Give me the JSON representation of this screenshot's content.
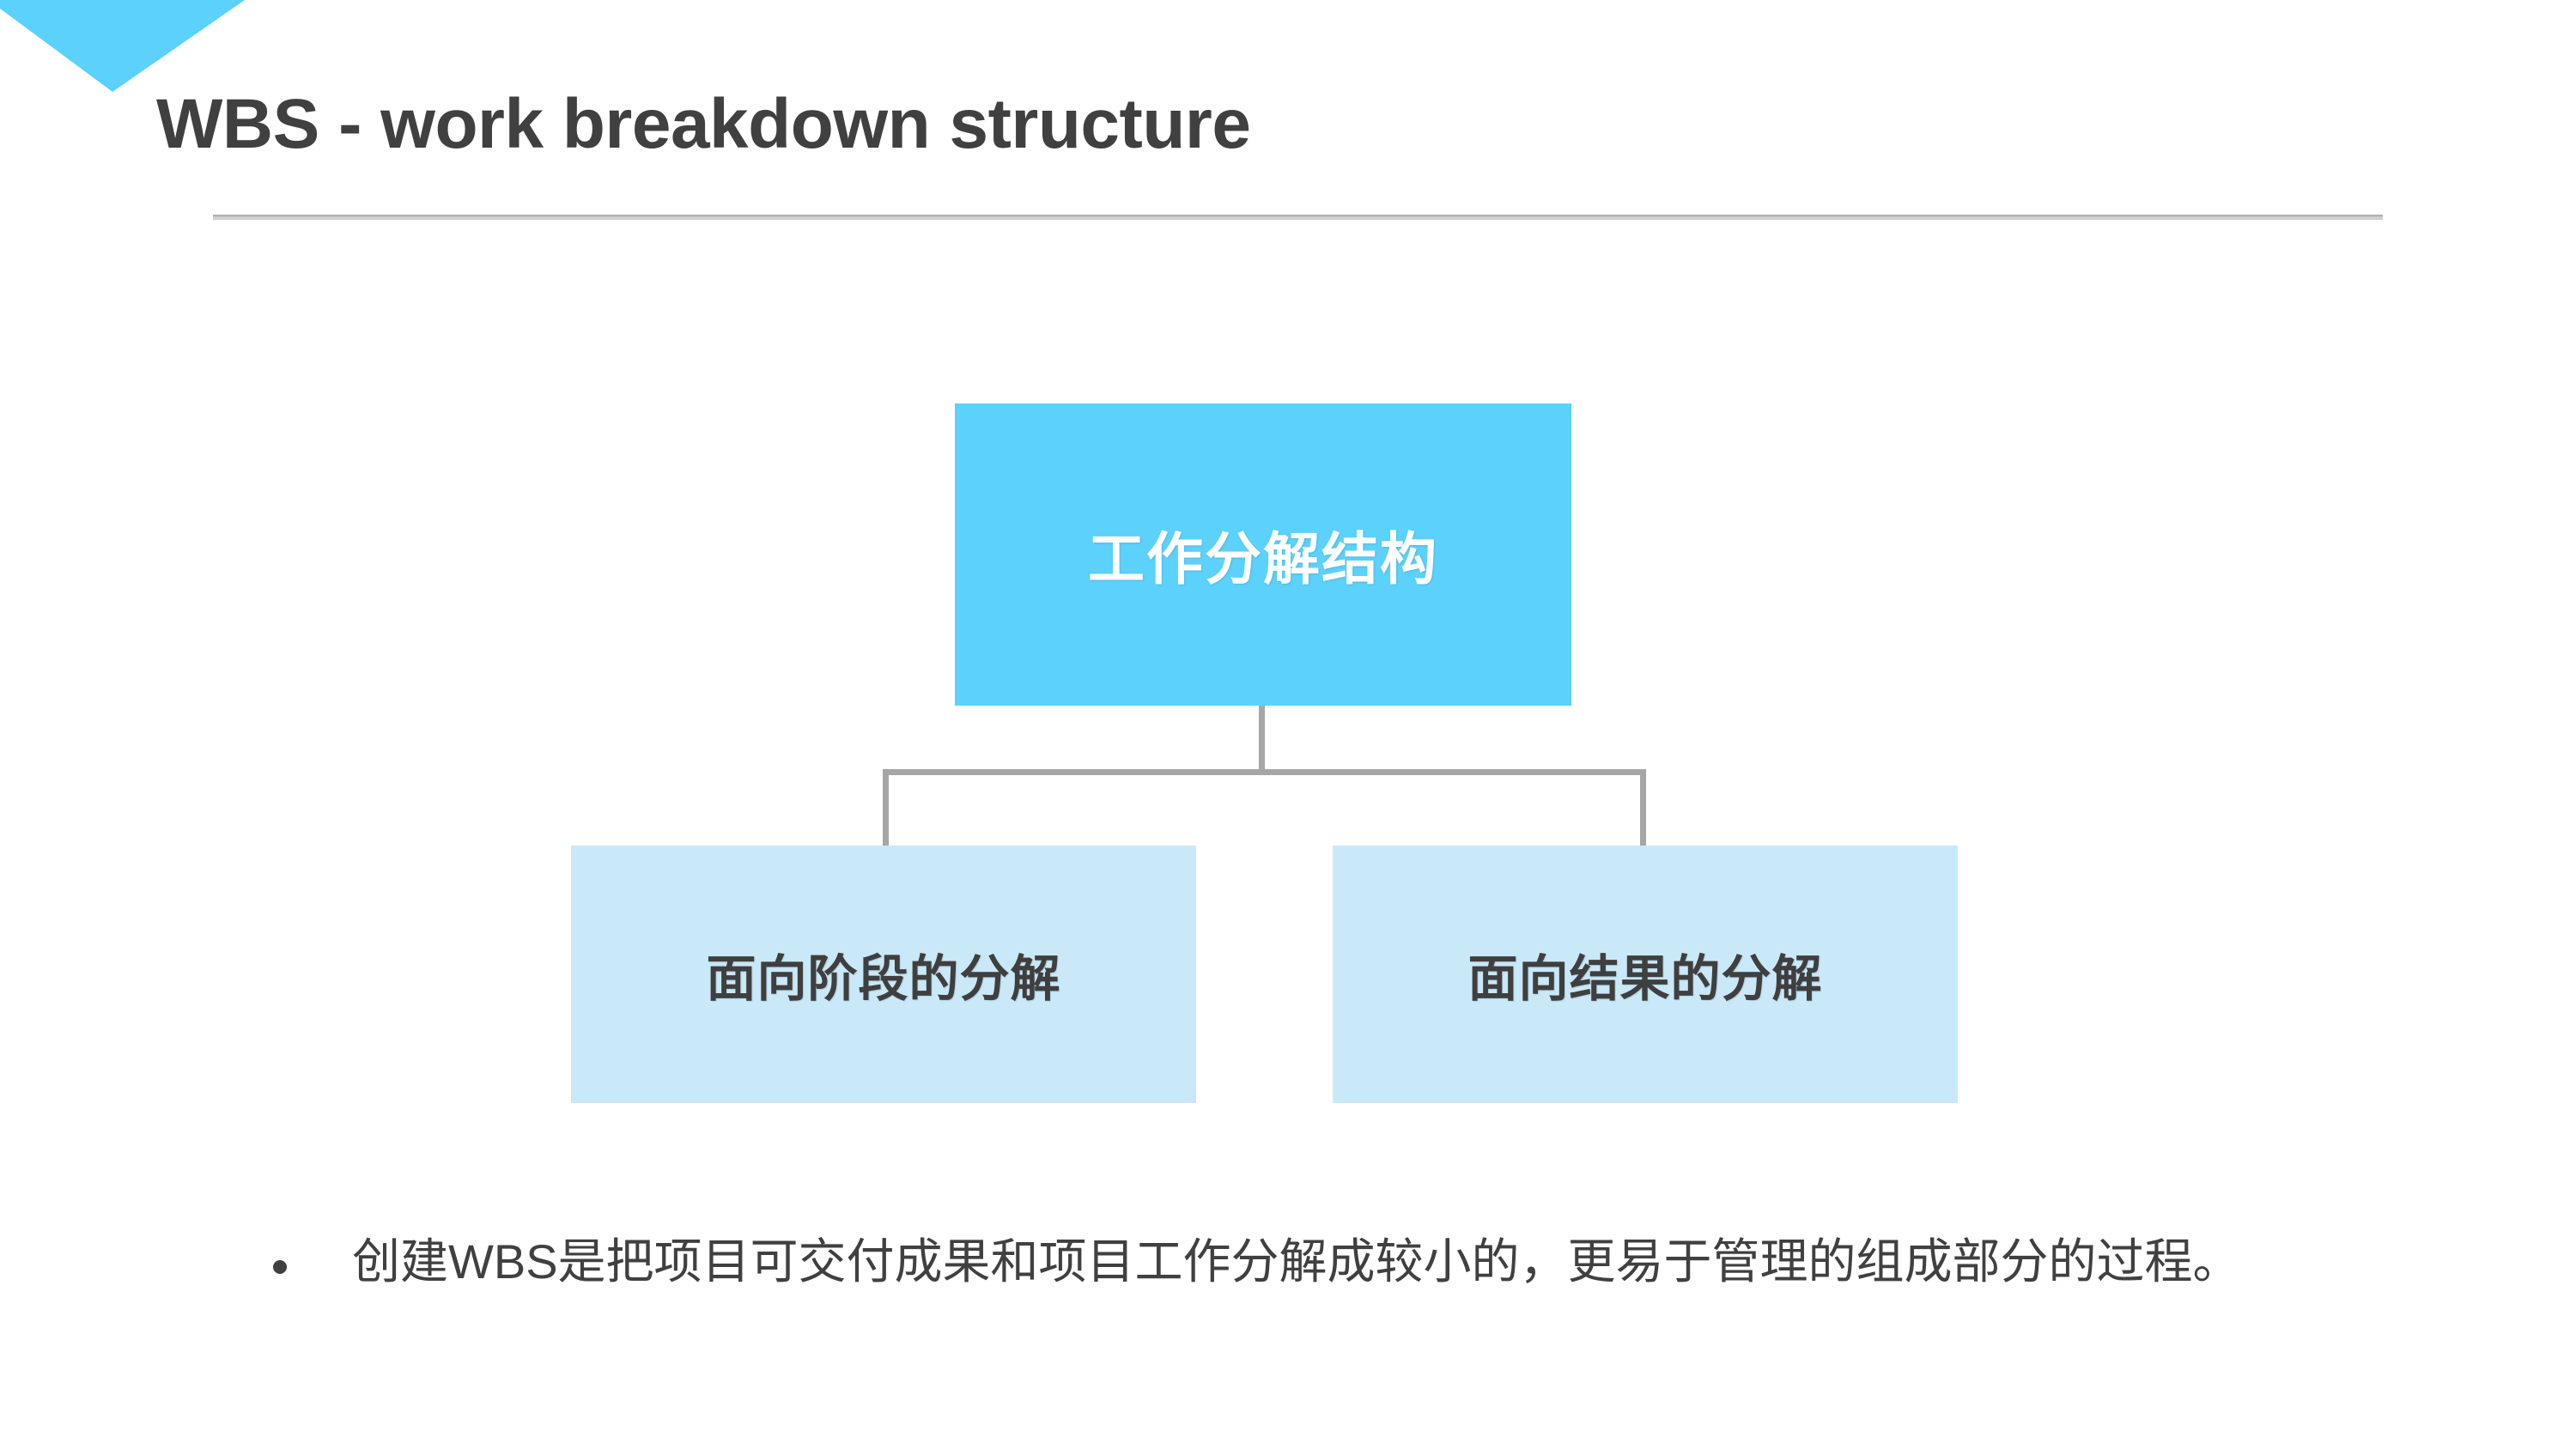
{
  "slide": {
    "title": "WBS - work breakdown structure",
    "accent_color": "#5BD1FB",
    "child_color": "#C9E9F9",
    "text_color": "#404040",
    "connector_color": "#A6A6A6"
  },
  "decoration": {
    "corner_shape": "triangle-accent"
  },
  "diagram": {
    "type": "tree",
    "root": {
      "label": "工作分解结构"
    },
    "children": [
      {
        "label": "面向阶段的分解"
      },
      {
        "label": "面向结果的分解"
      }
    ]
  },
  "body": {
    "bullets": [
      {
        "marker": "•",
        "text": "创建WBS是把项目可交付成果和项目工作分解成较小的，更易于管理的组成部分的过程。"
      }
    ]
  }
}
